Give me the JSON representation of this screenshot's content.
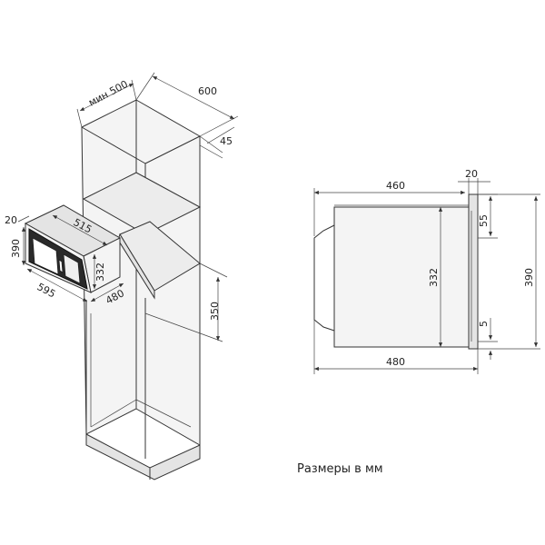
{
  "iso": {
    "min_depth": "мин 500",
    "cabinet_width": "600",
    "panel_thickness": "45",
    "niche_height": "350",
    "mw_inner_width": "515",
    "mw_frame": "20",
    "mw_height": "390",
    "mw_inner_height": "332",
    "mw_width": "595",
    "mw_depth": "480"
  },
  "side": {
    "depth_body": "460",
    "frame_thickness": "20",
    "top_offset": "55",
    "body_height": "332",
    "overall_height": "390",
    "bottom_offset": "5",
    "overall_depth": "480"
  },
  "caption": "Размеры в мм",
  "colors": {
    "line": "#333333",
    "panel_dark": "#2a2a2a"
  }
}
